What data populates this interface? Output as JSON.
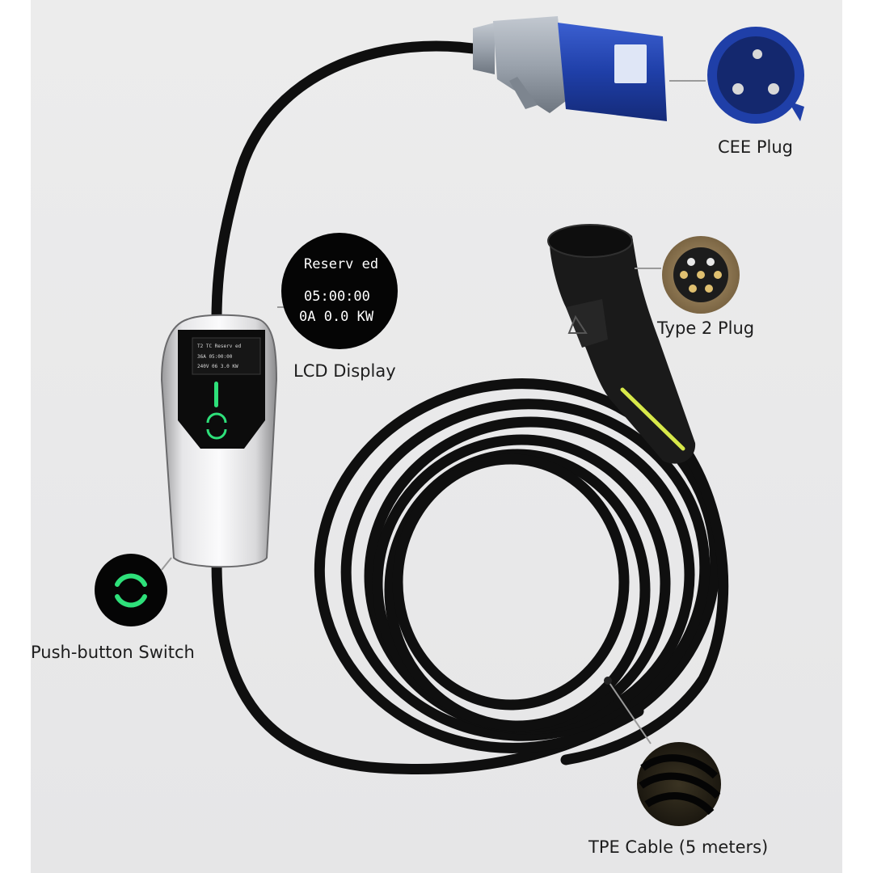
{
  "callouts": {
    "cee_plug": "CEE Plug",
    "type2_plug": "Type 2 Plug",
    "lcd_display": "LCD Display",
    "push_button": "Push-button Switch",
    "tpe_cable": "TPE Cable (5 meters)"
  },
  "lcd_zoom": {
    "line1": "Reserv ed",
    "line2": "05:00:00",
    "line3": "0A  0.0  KW"
  },
  "colors": {
    "plug_blue": "#1f3fa8",
    "led_green": "#2ee07a",
    "type2_stripe": "#d7e84a",
    "cable": "#0f0f0f"
  }
}
